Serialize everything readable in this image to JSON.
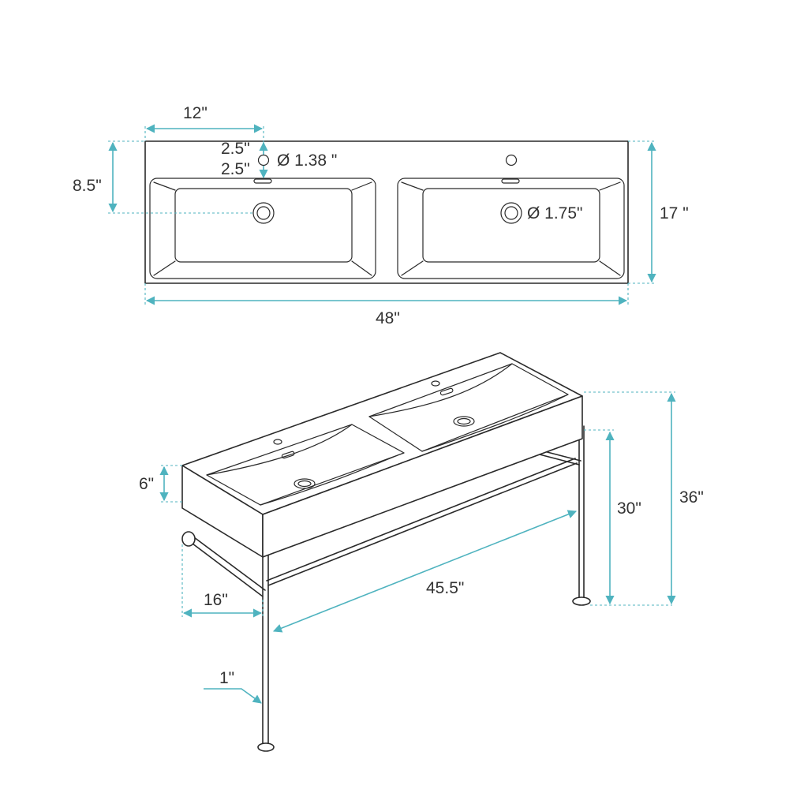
{
  "colors": {
    "outline": "#2a2a2a",
    "dimension": "#4fb3bf",
    "background": "#ffffff"
  },
  "top_view": {
    "width_label": "48\"",
    "depth_label": "17 \"",
    "drain_offset_x_label": "12\"",
    "drain_offset_y_label": "8.5\"",
    "faucet_offset_top_label": "2.5\"",
    "faucet_offset_bottom_label": "2.5\"",
    "faucet_hole_label": "Ø 1.38 \"",
    "drain_label": "Ø 1.75\""
  },
  "front_view": {
    "basin_height_label": "6\"",
    "towel_bar_depth_label": "16\"",
    "leg_span_label": "45.5\"",
    "leg_diameter_label": "1\"",
    "leg_height_label": "30\"",
    "total_height_label": "36\""
  }
}
